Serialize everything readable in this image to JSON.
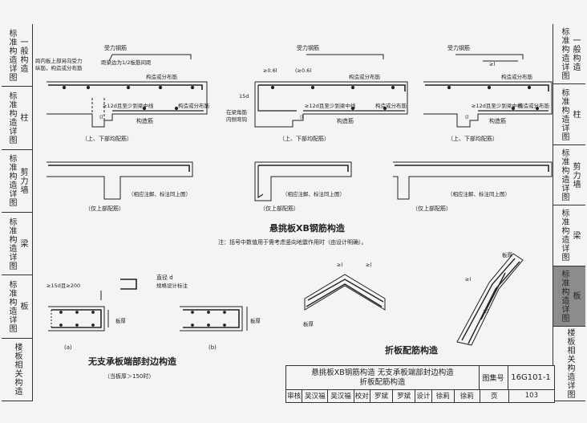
{
  "left_sidebar": [
    {
      "label": "标准构造详图",
      "sub": "一般构造"
    },
    {
      "label": "标准构造详图",
      "sub": "柱"
    },
    {
      "label": "标准构造详图",
      "sub": "剪力墙"
    },
    {
      "label": "标准构造详图",
      "sub": "梁"
    },
    {
      "label": "标准构造详图",
      "sub": "板"
    },
    {
      "label": "楼板相关构造",
      "sub": ""
    }
  ],
  "right_sidebar": [
    {
      "label": "标准构造详图",
      "sub": "一般构造"
    },
    {
      "label": "标准构造详图",
      "sub": "柱"
    },
    {
      "label": "标准构造详图",
      "sub": "剪力墙"
    },
    {
      "label": "标准构造详图",
      "sub": "梁"
    },
    {
      "label": "标准构造详图",
      "sub": "板",
      "active": true
    },
    {
      "label": "楼板相关构造详图",
      "sub": ""
    }
  ],
  "drawing": {
    "fig1": {
      "top_label": "受力钢筋",
      "left_note_1": "跨内板上部另向受力",
      "left_note_2": "纵筋，构造或分布筋",
      "spacing_note": "距梁边为1/2板筋间距",
      "dist_note": "构造或分布筋",
      "anchor_note": "≥12d且至少到梁中线",
      "la_note": "(l",
      "bottom_label": "构造筋",
      "right_note": "构造或分布筋",
      "caption": "（上、下部均配筋）"
    },
    "fig2": {
      "top_label": "受力钢筋",
      "dim_note": "≥0.6l",
      "dim_note_b": "(≥0.6l",
      "dist_note": "构造或分布筋",
      "d_label": "15d",
      "beam_note_1": "在梁角筋",
      "beam_note_2": "内侧弯钩",
      "anchor_note": "≥12d且至少到梁中线",
      "la_note": "(l",
      "right_note": "构造或分布筋",
      "bottom_label": "构造筋",
      "caption": "（上、下部均配筋）"
    },
    "fig3": {
      "top_label": "受力钢筋",
      "dim_note": "≥l",
      "dist_note": "构造或分布筋",
      "anchor_note": "≥12d且至少到梁中线",
      "la_note": "(l",
      "right_note": "构造或分布筋",
      "bottom_label": "构造筋",
      "caption": "（上、下部均配筋）"
    },
    "fig4": {
      "caption": "（仅上部配筋）",
      "note": "（相应注解、标注同上图）"
    },
    "fig5": {
      "caption": "（仅上部配筋）",
      "note": "（相应注解、标注同上图）"
    },
    "fig6": {
      "caption": "（仅上部配筋）",
      "note": "（相应注解、标注同上图）"
    },
    "section_title": "悬挑板XB钢筋构造",
    "section_note": "注：括号中数值用于需考虑竖向地震作用时（由设计明确）。",
    "end_seal": {
      "dim_note": "≥15d且≥200",
      "diameter_label": "直径 d",
      "spec_note": "规格设计标注",
      "thickness_label": "板厚",
      "label_a": "(a)",
      "label_b": "(b)",
      "title": "无支承板端部封边构造",
      "subtitle": "（当板厚＞150时）"
    },
    "fold": {
      "thickness_label": "板厚",
      "la_label": "≥l",
      "title": "折板配筋构造"
    }
  },
  "title_block": {
    "title_line_1": "悬挑板XB钢筋构造   无支承板端部封边构造",
    "title_line_2": "折板配筋构造",
    "atlas_label": "图集号",
    "atlas_no": "16G101-1",
    "review_label": "审核",
    "reviewer": "吴汉福",
    "reviewer_sign": "吴汉福",
    "check_label": "校对",
    "checker": "罗斌",
    "checker_sign": "罗斌",
    "design_label": "设计",
    "designer": "徐莉",
    "designer_sign": "徐莉",
    "page_label": "页",
    "page_no": "103"
  }
}
